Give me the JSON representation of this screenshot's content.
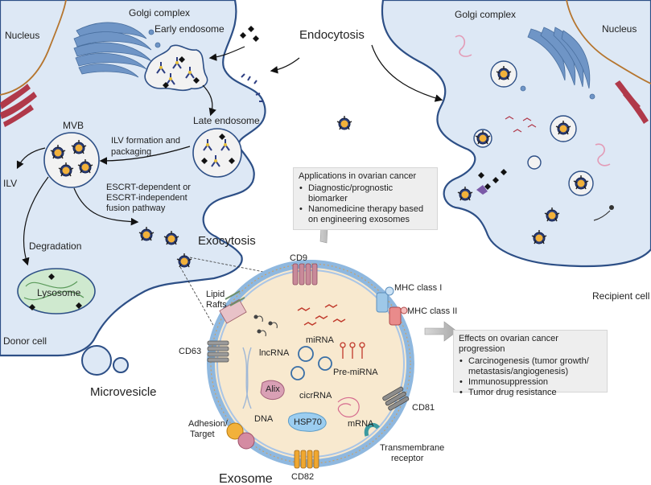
{
  "labels": {
    "nucleus_left": "Nucleus",
    "golgi_left": "Golgi complex",
    "early_endosome": "Early endosome",
    "endocytosis": "Endocytosis",
    "golgi_right": "Golgi complex",
    "nucleus_right": "Nucleus",
    "late_endosome": "Late endosome",
    "mvb": "MVB",
    "ilv_formation": [
      "ILV formation and",
      "packaging"
    ],
    "ilv": "ILV",
    "escrt": [
      "ESCRT-dependent or",
      "ESCRT-independent",
      "fusion pathway"
    ],
    "degradation": "Degradation",
    "exocytosis": "Exocytosis",
    "lysosome": "Lysosome",
    "donor_cell": "Donor cell",
    "microvesicle": "Microvesicle",
    "recipient_cell": "Recipient cell",
    "exosome": "Exosome"
  },
  "exosome_components": {
    "cd9": "CD9",
    "mhc1": "MHC class I",
    "mhc2": "MHC class II",
    "lipid_rafts": [
      "Lipid",
      "Rafts"
    ],
    "mirna": "miRNA",
    "lncrna": "lncRNA",
    "pre_mirna": "Pre-miRNA",
    "cd63": "CD63",
    "alix": "Alix",
    "cicrrna": "cicrRNA",
    "dna": "DNA",
    "hsp70": "HSP70",
    "mrna": "mRNA",
    "cd81": "CD81",
    "adhesion": [
      "Adhesion/",
      "Target"
    ],
    "transmembrane": [
      "Transmembrane",
      "receptor"
    ],
    "cd82": "CD82"
  },
  "applications_box": {
    "title": "Applications in ovarian cancer",
    "items": [
      "Diagnostic/prognostic biomarker",
      "Nanomedicine therapy based on engineering exosomes"
    ]
  },
  "effects_box": {
    "title": "Effects on ovarian cancer progression",
    "items": [
      "Carcinogenesis (tumor growth/ metastasis/angiogenesis)",
      "Immunosuppression",
      "Tumor drug resistance"
    ]
  },
  "colors": {
    "cell_fill": "#dde8f5",
    "cell_stroke": "#2d4f86",
    "nucleus_line": "#b5752e",
    "golgi": "#6f95c6",
    "er": "#b0394a",
    "lysosome": "#cfe9cf",
    "exosome_fill": "#f8e9cf",
    "alix": "#d9a0b5",
    "hsp70": "#9bcdf0",
    "arrow_gray": "#9a9a9a"
  }
}
